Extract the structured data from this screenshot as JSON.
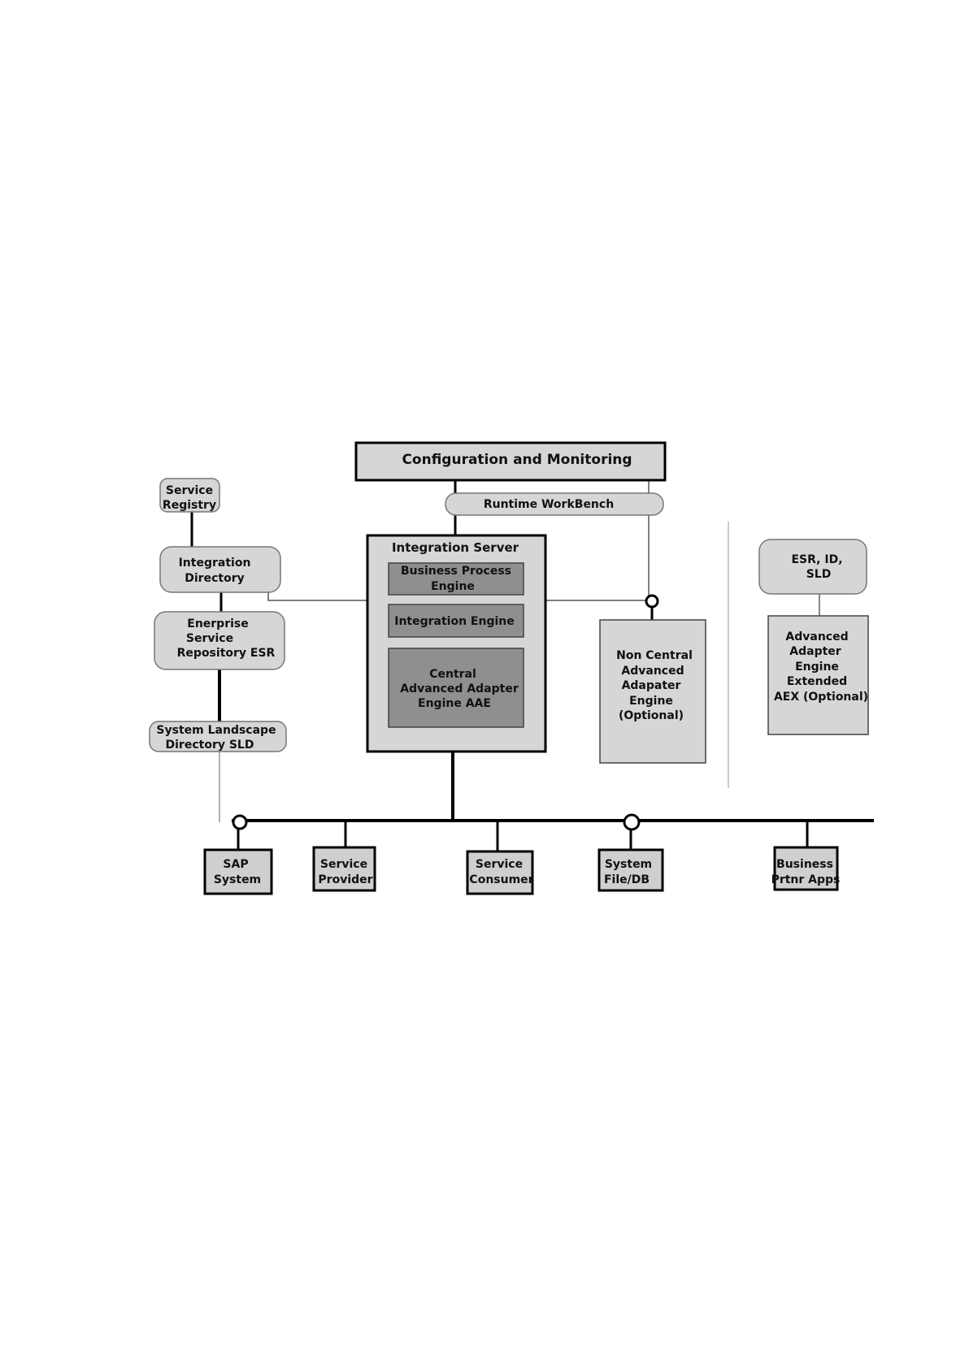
{
  "title_box": "Configuration and Monitoring",
  "runtime_workbench": "Runtime WorkBench",
  "service_registry": [
    "Service",
    "Registry"
  ],
  "integration_directory": [
    "Integration",
    "Directory"
  ],
  "esr": [
    "Enerprise",
    "Service",
    "Repository ESR"
  ],
  "sld": [
    "System Landscape",
    "Directory SLD"
  ],
  "integration_server": {
    "title": "Integration Server",
    "bpe": [
      "Business Process",
      "Engine"
    ],
    "ie": "Integration Engine",
    "aae": [
      "Central",
      "Advanced Adapter",
      "Engine AAE"
    ]
  },
  "non_central": [
    "Non Central",
    "Advanced",
    "Adapater",
    "Engine",
    "(Optional)"
  ],
  "esr_id_sld": [
    "ESR, ID,",
    "SLD"
  ],
  "aex": [
    "Advanced",
    "Adapter",
    "Engine",
    "Extended",
    "AEX (Optional)"
  ],
  "endpoints": {
    "sap": [
      "SAP",
      "System"
    ],
    "provider": [
      "Service",
      "Provider"
    ],
    "consumer": [
      "Service",
      "Consumer"
    ],
    "file_db": [
      "System",
      "File/DB"
    ],
    "partner": [
      "Business",
      "Prtnr Apps"
    ]
  },
  "colors": {
    "light_box": "#d6d6d6",
    "dark_box": "#8f8f8f",
    "mid_box": "#cfcfcf",
    "line": "#000000",
    "thin_line": "#555555"
  }
}
